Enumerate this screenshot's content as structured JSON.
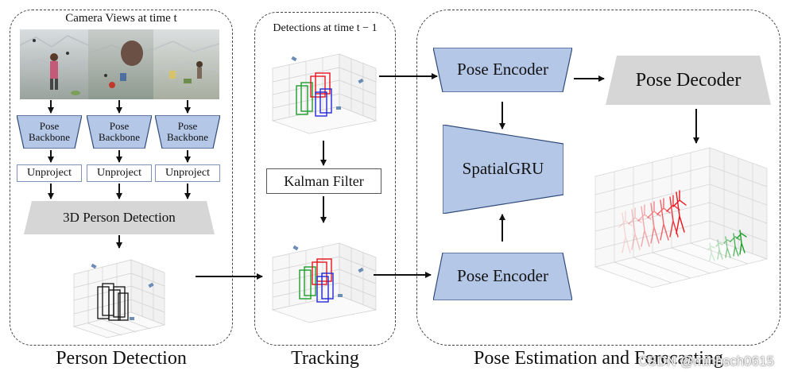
{
  "panels": {
    "person_detection": {
      "label": "Person Detection",
      "camera_title": "Camera Views at time t",
      "backbone_labels": [
        "Pose Backbone",
        "Pose Backbone",
        "Pose Backbone"
      ],
      "unproject_labels": [
        "Unproject",
        "Unproject",
        "Unproject"
      ],
      "detection_label": "3D Person Detection"
    },
    "tracking": {
      "label": "Tracking",
      "detections_title": "Detections at time t − 1",
      "kalman_label": "Kalman Filter"
    },
    "pose": {
      "label": "Pose Estimation and Forecasting",
      "encoder_top": "Pose Encoder",
      "encoder_bottom": "Pose Encoder",
      "gru_label": "SpatialGRU",
      "decoder_label": "Pose Decoder"
    }
  },
  "colors": {
    "block_fill": "#b4c7e7",
    "block_stroke": "#2f4a7a",
    "gray_block": "#d6d6d6",
    "box_red": "#e8141c",
    "box_green": "#1f9e2c",
    "box_blue": "#2328d6",
    "box_black": "#111111"
  },
  "watermark": "CSDN @minhsch0615"
}
